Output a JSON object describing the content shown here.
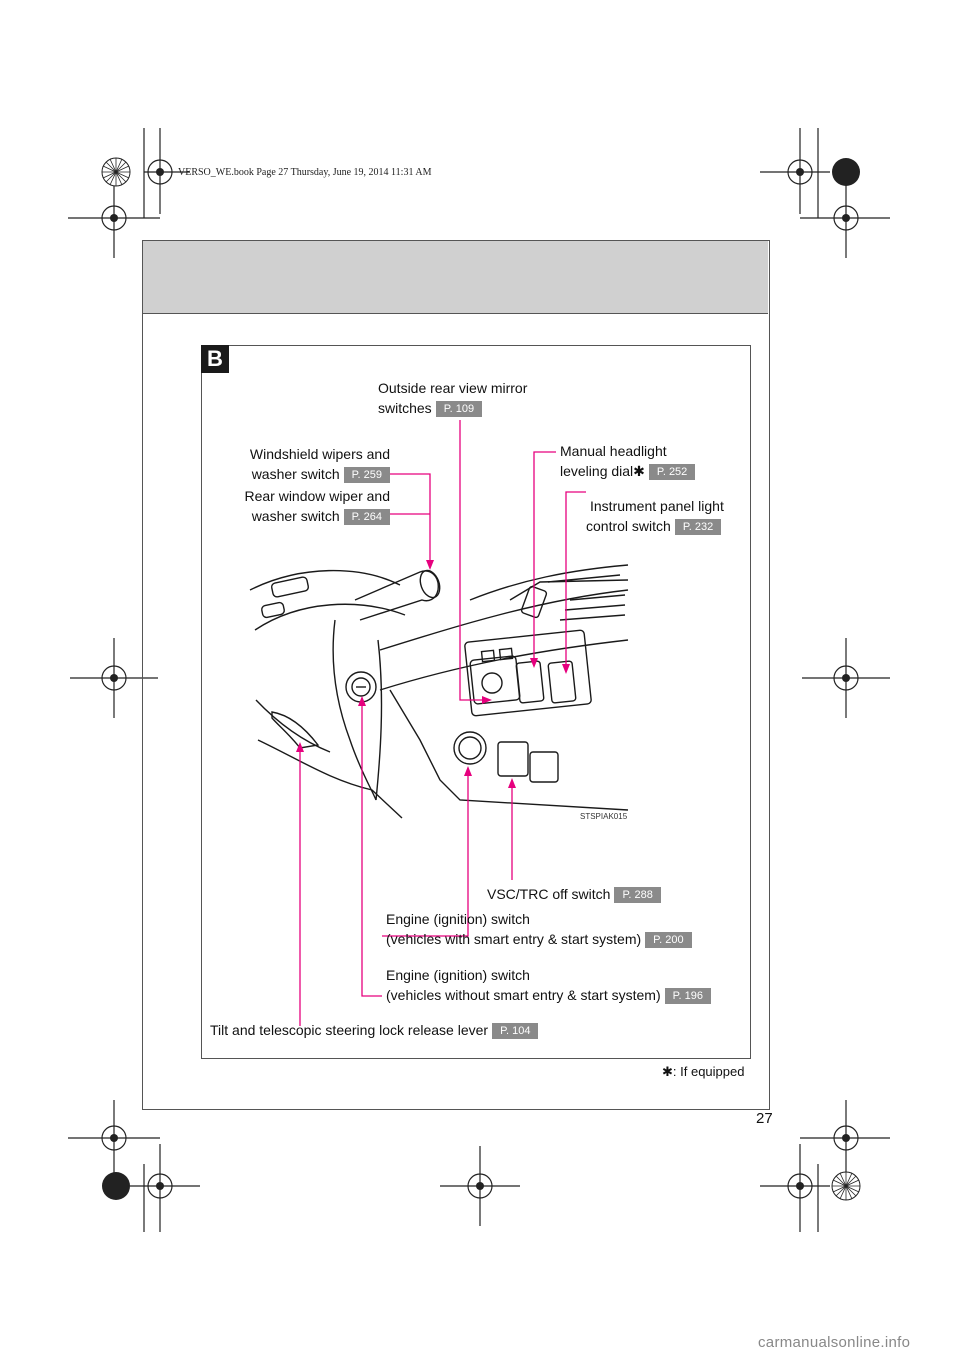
{
  "header": {
    "book_info": "VERSO_WE.book  Page 27  Thursday, June 19, 2014  11:31 AM"
  },
  "section": {
    "badge": "B"
  },
  "labels": {
    "mirror": {
      "l1": "Outside rear view mirror",
      "l2": "switches",
      "ref": "P. 109"
    },
    "wipers": {
      "l1": "Windshield wipers and",
      "l2": "washer switch",
      "ref": "P. 259"
    },
    "rear_wiper": {
      "l1": "Rear window wiper and",
      "l2": "washer switch",
      "ref": "P. 264"
    },
    "headlight": {
      "l1": "Manual headlight",
      "l2": "leveling dial",
      "star": "✱",
      "ref": "P. 252"
    },
    "panel_light": {
      "l1": "Instrument panel light",
      "l2": "control switch",
      "ref": "P. 232"
    },
    "vsc": {
      "l1": "VSC/TRC off switch",
      "ref": "P. 288"
    },
    "engine_smart": {
      "l1": "Engine (ignition) switch",
      "l2": "(vehicles with smart entry & start system)",
      "ref": "P. 200"
    },
    "engine_nosmart": {
      "l1": "Engine (ignition) switch",
      "l2": "(vehicles without smart entry & start system)",
      "ref": "P. 196"
    },
    "tilt": {
      "l1": "Tilt and telescopic steering lock release lever",
      "ref": "P. 104"
    }
  },
  "illustration": {
    "code": "STSPIAK015"
  },
  "footnote": {
    "star": "✱",
    "text": ": If equipped"
  },
  "page_number": "27",
  "watermark": "carmanualsonline.info",
  "colors": {
    "leader": "#e6007e",
    "ref_bg": "#8a8a8a",
    "band": "#d0d0d0"
  }
}
